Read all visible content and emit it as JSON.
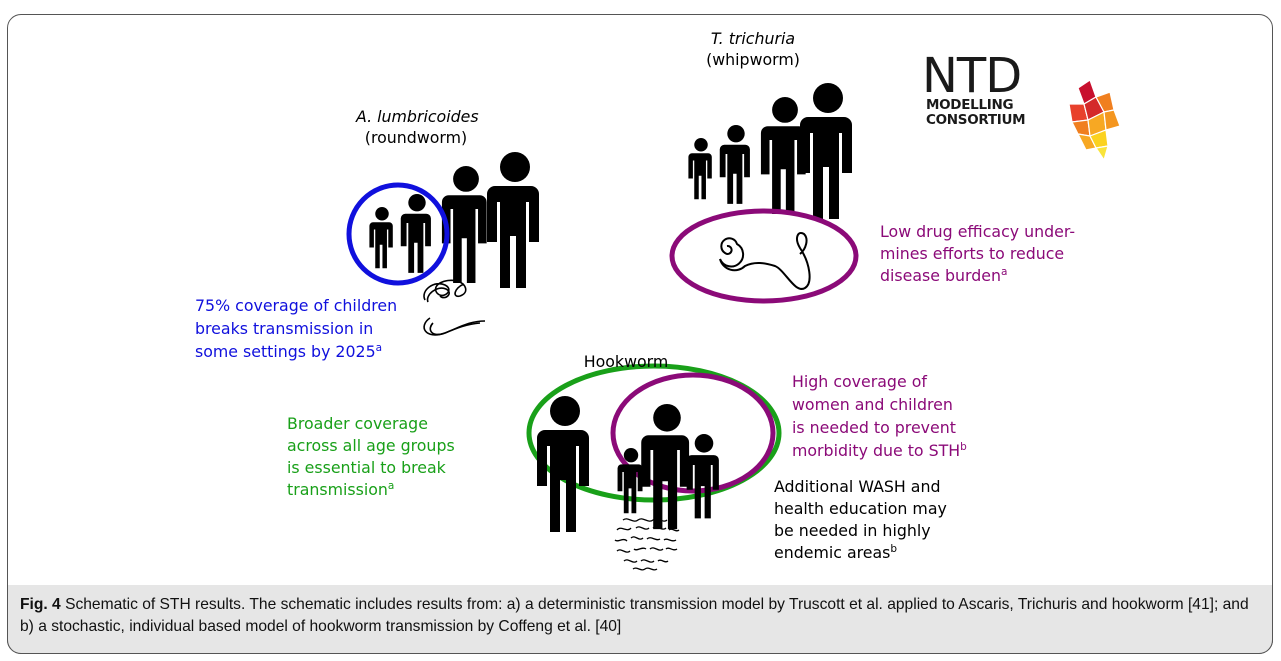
{
  "ascaris": {
    "name": "A. lumbricoides",
    "common": "(roundworm)",
    "note_lines": [
      "75% coverage of children",
      "breaks transmission in",
      "some settings by 2025"
    ],
    "note_sup": "a"
  },
  "trichuris": {
    "name": "T. trichuria",
    "common": "(whipworm)",
    "note_lines": [
      "Low drug efficacy under-",
      "mines efforts to reduce",
      "disease burden"
    ],
    "note_sup": "a"
  },
  "hookworm": {
    "name": "Hookworm",
    "green_lines": [
      "Broader coverage",
      "across all age groups",
      "is essential to break",
      "transmission"
    ],
    "green_sup": "a",
    "purple_lines": [
      "High coverage of",
      "women and children",
      "is needed to prevent",
      "morbidity due to STH"
    ],
    "purple_sup": "b",
    "wash_lines": [
      "Additional WASH and",
      "health education may",
      "be needed in highly",
      "endemic areas"
    ],
    "wash_sup": "b"
  },
  "logo": {
    "main": "NTD",
    "line1": "MODELLING",
    "line2": "CONSORTIUM",
    "colors": [
      "#c8102e",
      "#e8412c",
      "#f07f1f",
      "#f7a823",
      "#fbd21f",
      "#f9e43a"
    ]
  },
  "caption": {
    "label": "Fig. 4",
    "text": " Schematic of STH results. The schematic includes results from: a) a deterministic transmission model by Truscott et al. applied to Ascaris, Trichuris and hookworm [41]; and b) a stochastic, individual based model of hookworm transmission by Coffeng et al. [40]"
  },
  "colors": {
    "blue": "#1010dd",
    "purple": "#8b0a78",
    "green": "#19a019"
  }
}
